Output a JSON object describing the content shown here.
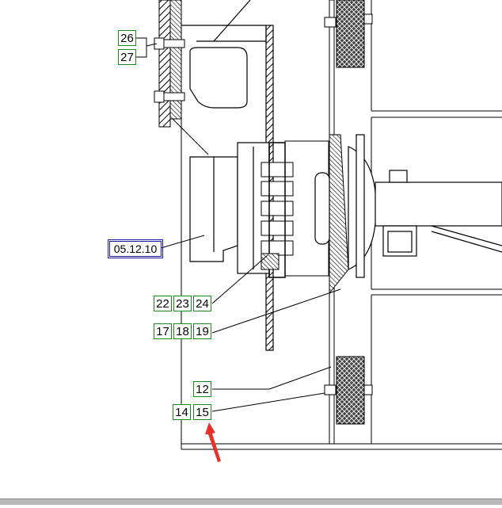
{
  "callouts": {
    "c26": "26",
    "c27": "27",
    "ref": "05.12.10",
    "c22": "22",
    "c23": "23",
    "c24": "24",
    "c17": "17",
    "c18": "18",
    "c19": "19",
    "c12": "12",
    "c14": "14",
    "c15": "15"
  },
  "colors": {
    "callout_border": "#1a8a1a",
    "reference_border": "#1a1aa0",
    "line": "#000000",
    "pointer_arrow": "#e8302a"
  },
  "icons": {
    "pointer": "red-arrow-icon"
  }
}
